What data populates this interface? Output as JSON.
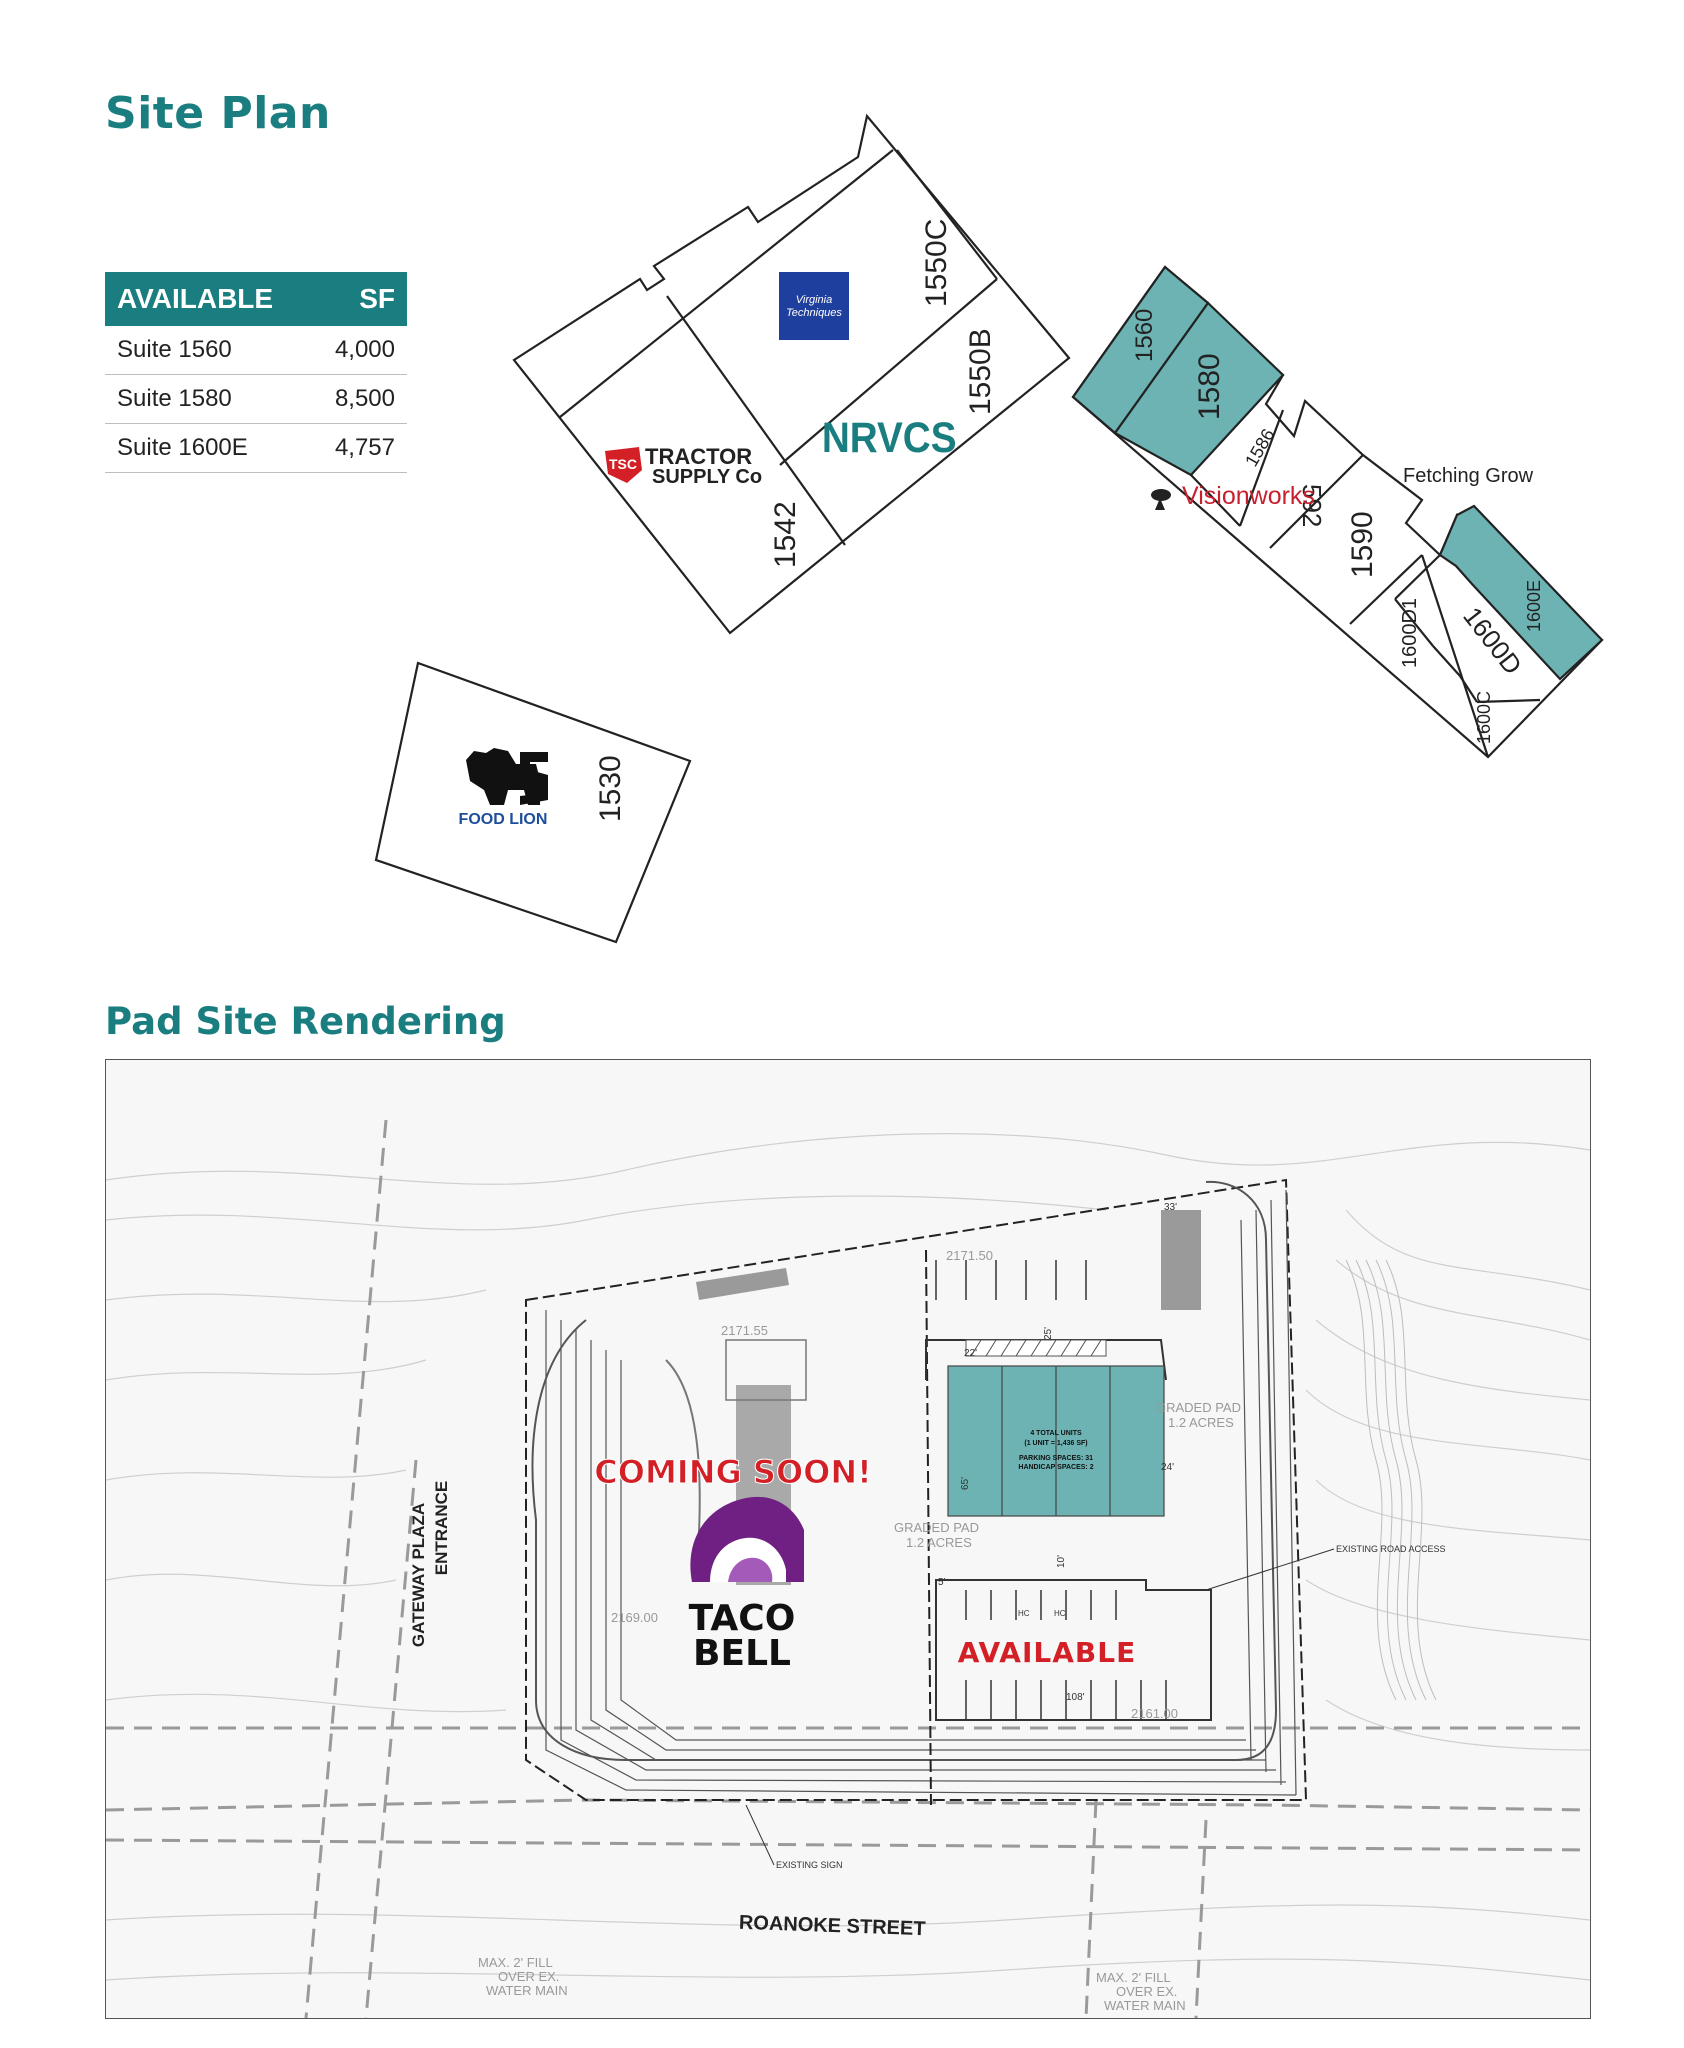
{
  "site_plan": {
    "title": "Site Plan",
    "table": {
      "headers": [
        "AVAILABLE",
        "SF"
      ],
      "rows": [
        {
          "suite": "Suite 1560",
          "sf": "4,000"
        },
        {
          "suite": "Suite 1580",
          "sf": "8,500"
        },
        {
          "suite": "Suite 1600E",
          "sf": "4,757"
        }
      ]
    },
    "units": {
      "u1550c": "1550C",
      "u1550b": "1550B",
      "u1542": "1542",
      "u1530": "1530",
      "u1560": "1560",
      "u1580": "1580",
      "u1586": "1586",
      "u1592": "592",
      "u1590": "1590",
      "u1600d1": "1600D1",
      "u1600d": "1600D",
      "u1600c": "1600C",
      "u1600e": "1600E"
    },
    "tenants": {
      "nrvcs": "NRVCS",
      "tractor_supply_1": "TRACTOR",
      "tractor_supply_2": "SUPPLY Co",
      "tsc": "TSC",
      "virginia_1": "Virginia",
      "virginia_2": "Techniques",
      "visionworks": "Visionworks",
      "fetching_grow": "Fetching Grow",
      "food_lion": "FOOD LION"
    },
    "colors": {
      "accent": "#1a7d7f",
      "available_fill": "#6db3b3"
    }
  },
  "pad_site": {
    "title": "Pad Site Rendering",
    "coming_soon": "COMING SOON!",
    "taco_1": "TACO",
    "taco_2": "BELL",
    "available": "AVAILABLE",
    "gateway_1": "GATEWAY PLAZA",
    "gateway_2": "ENTRANCE",
    "roanoke": "ROANOKE STREET",
    "existing_sign": "EXISTING SIGN",
    "existing_road_access": "EXISTING ROAD ACCESS",
    "graded_pad_1_a": "GRADED PAD",
    "graded_pad_1_b": "1.2 ACRES",
    "graded_pad_2_a": "GRADED PAD",
    "graded_pad_2_b": "1.2 ACRES",
    "units_info_1": "4 TOTAL UNITS",
    "units_info_2": "(1 UNIT = 1,436 SF)",
    "units_info_3": "PARKING SPACES: 31",
    "units_info_4": "HANDICAP SPACES: 2",
    "max_fill_a1": "MAX. 2' FILL",
    "max_fill_a2": "OVER EX.",
    "max_fill_a3": "WATER MAIN",
    "max_fill_b1": "MAX. 2' FILL",
    "max_fill_b2": "OVER EX.",
    "max_fill_b3": "WATER MAIN",
    "dim_22": "22'",
    "dim_24": "24'",
    "dim_25": "25'",
    "dim_65": "65'",
    "dim_108": "108'",
    "dim_10": "10'",
    "dim_5": "5'",
    "dim_33": "33'",
    "hc_1": "HC",
    "hc_2": "HC",
    "elev_1": "2171.55",
    "elev_2": "2169.00",
    "elev_3": "2171.50",
    "elev_4": "2161.00"
  }
}
